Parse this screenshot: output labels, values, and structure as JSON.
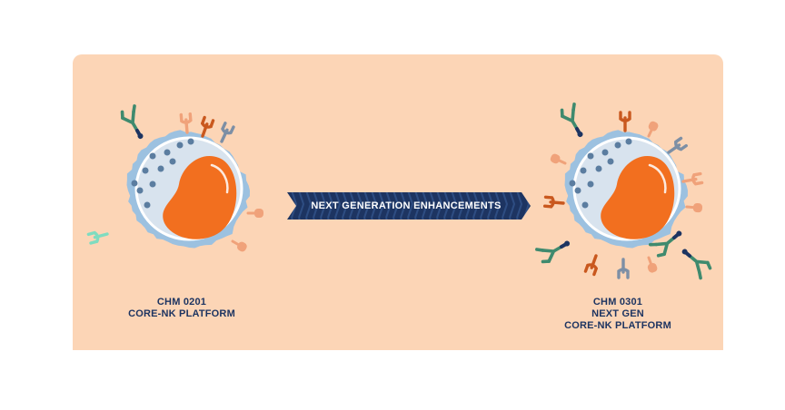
{
  "colors": {
    "background": "#fcd5b6",
    "cell_body": "#d8e3ee",
    "cell_edge": "#9cc1e0",
    "nucleus": "#f26f1f",
    "granule": "#5b7da0",
    "navy": "#1d3461",
    "antibody_green": "#3f8a6e",
    "orange": "#c9581e",
    "light_orange": "#f0a27a",
    "steel": "#7d8fa5",
    "mint": "#7fdcc0"
  },
  "banner": {
    "label": "NEXT GENERATION ENHANCEMENTS",
    "icon": "chevron-arrow-icon"
  },
  "left_cell": {
    "line1": "CHM 0201",
    "line2": "CORE-NK PLATFORM"
  },
  "right_cell": {
    "line1": "CHM 0301",
    "line2": "NEXT GEN",
    "line3": "CORE-NK PLATFORM"
  }
}
